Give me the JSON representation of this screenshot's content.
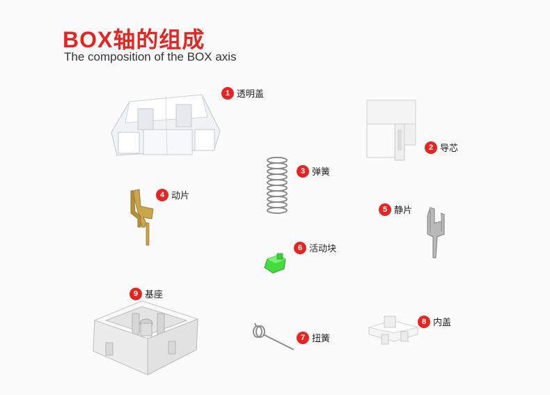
{
  "header": {
    "title": "BOX轴的组成",
    "subtitle": "The composition of the BOX axis"
  },
  "parts": [
    {
      "num": "1",
      "name": "透明盖"
    },
    {
      "num": "2",
      "name": "导芯"
    },
    {
      "num": "3",
      "name": "弹簧"
    },
    {
      "num": "4",
      "name": "动片"
    },
    {
      "num": "5",
      "name": "静片"
    },
    {
      "num": "6",
      "name": "活动块"
    },
    {
      "num": "7",
      "name": "扭簧"
    },
    {
      "num": "8",
      "name": "内盖"
    },
    {
      "num": "9",
      "name": "基座"
    }
  ],
  "colors": {
    "accent": "#e42521",
    "gold": "#c9a44a",
    "green": "#3ed63a",
    "metal": "#9a9a9a"
  }
}
